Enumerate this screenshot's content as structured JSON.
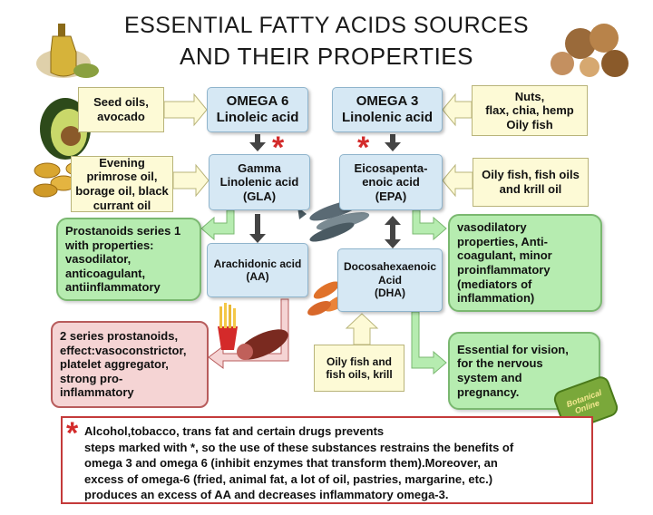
{
  "title": {
    "line1": "ESSENTIAL FATTY ACIDS  SOURCES",
    "line2": "AND THEIR PROPERTIES"
  },
  "omega6": {
    "header": "OMEGA 6\nLinoleic acid",
    "source": "Seed oils,\navocado",
    "evening": "Evening\nprimrose oil,\nborage oil, black\ncurrant oil",
    "gla": "Gamma\nLinolenic acid\n(GLA)",
    "aa": "Arachidonic acid\n(AA)",
    "prostanoids1": "Prostanoids series 1\nwith properties:\nvasodilator,\nanticoagulant,\nantiinflammatory",
    "prostanoids2": "2 series prostanoids,\neffect:vasoconstrictor,\nplatelet aggregator,\nstrong pro-\ninflammatory"
  },
  "omega3": {
    "header": "OMEGA 3\nLinolenic acid",
    "source": "Nuts,\nflax, chia, hemp\nOily fish",
    "fish_oils": "Oily fish, fish oils\nand krill oil",
    "epa": "Eicosapenta-\nenoic acid\n(EPA)",
    "dha": "Docosahexaenoic\nAcid\n(DHA)",
    "dha_source": "Oily fish and\nfish oils, krill",
    "vasodilatory": "vasodilatory\nproperties, Anti-\ncoagulant, minor\nproinflammatory\n(mediators of\ninflammation)",
    "essential": "Essential for vision,\nfor the nervous\nsystem and\npregnancy."
  },
  "note": {
    "marker": "*",
    "text": "  Alcohol,tobacco, trans fat and certain drugs prevents\nsteps marked with *, so the use of these substances restrains the benefits of\nomega 3 and omega 6 (inhibit enzymes that transform them).Moreover, an\nexcess of omega-6 (fried, animal fat, a lot of oil, pastries, margarine, etc.)\nproduces an excess of AA and decreases inflammatory omega-3."
  },
  "step_marker": "*",
  "logo_text": "Botanical\nOnline",
  "colors": {
    "blue_box": "#d6e8f4",
    "yellow_box": "#fdfad6",
    "green_box": "#b6ecb0",
    "red_box": "#f5d4d4",
    "star_red": "#d32b2b"
  }
}
